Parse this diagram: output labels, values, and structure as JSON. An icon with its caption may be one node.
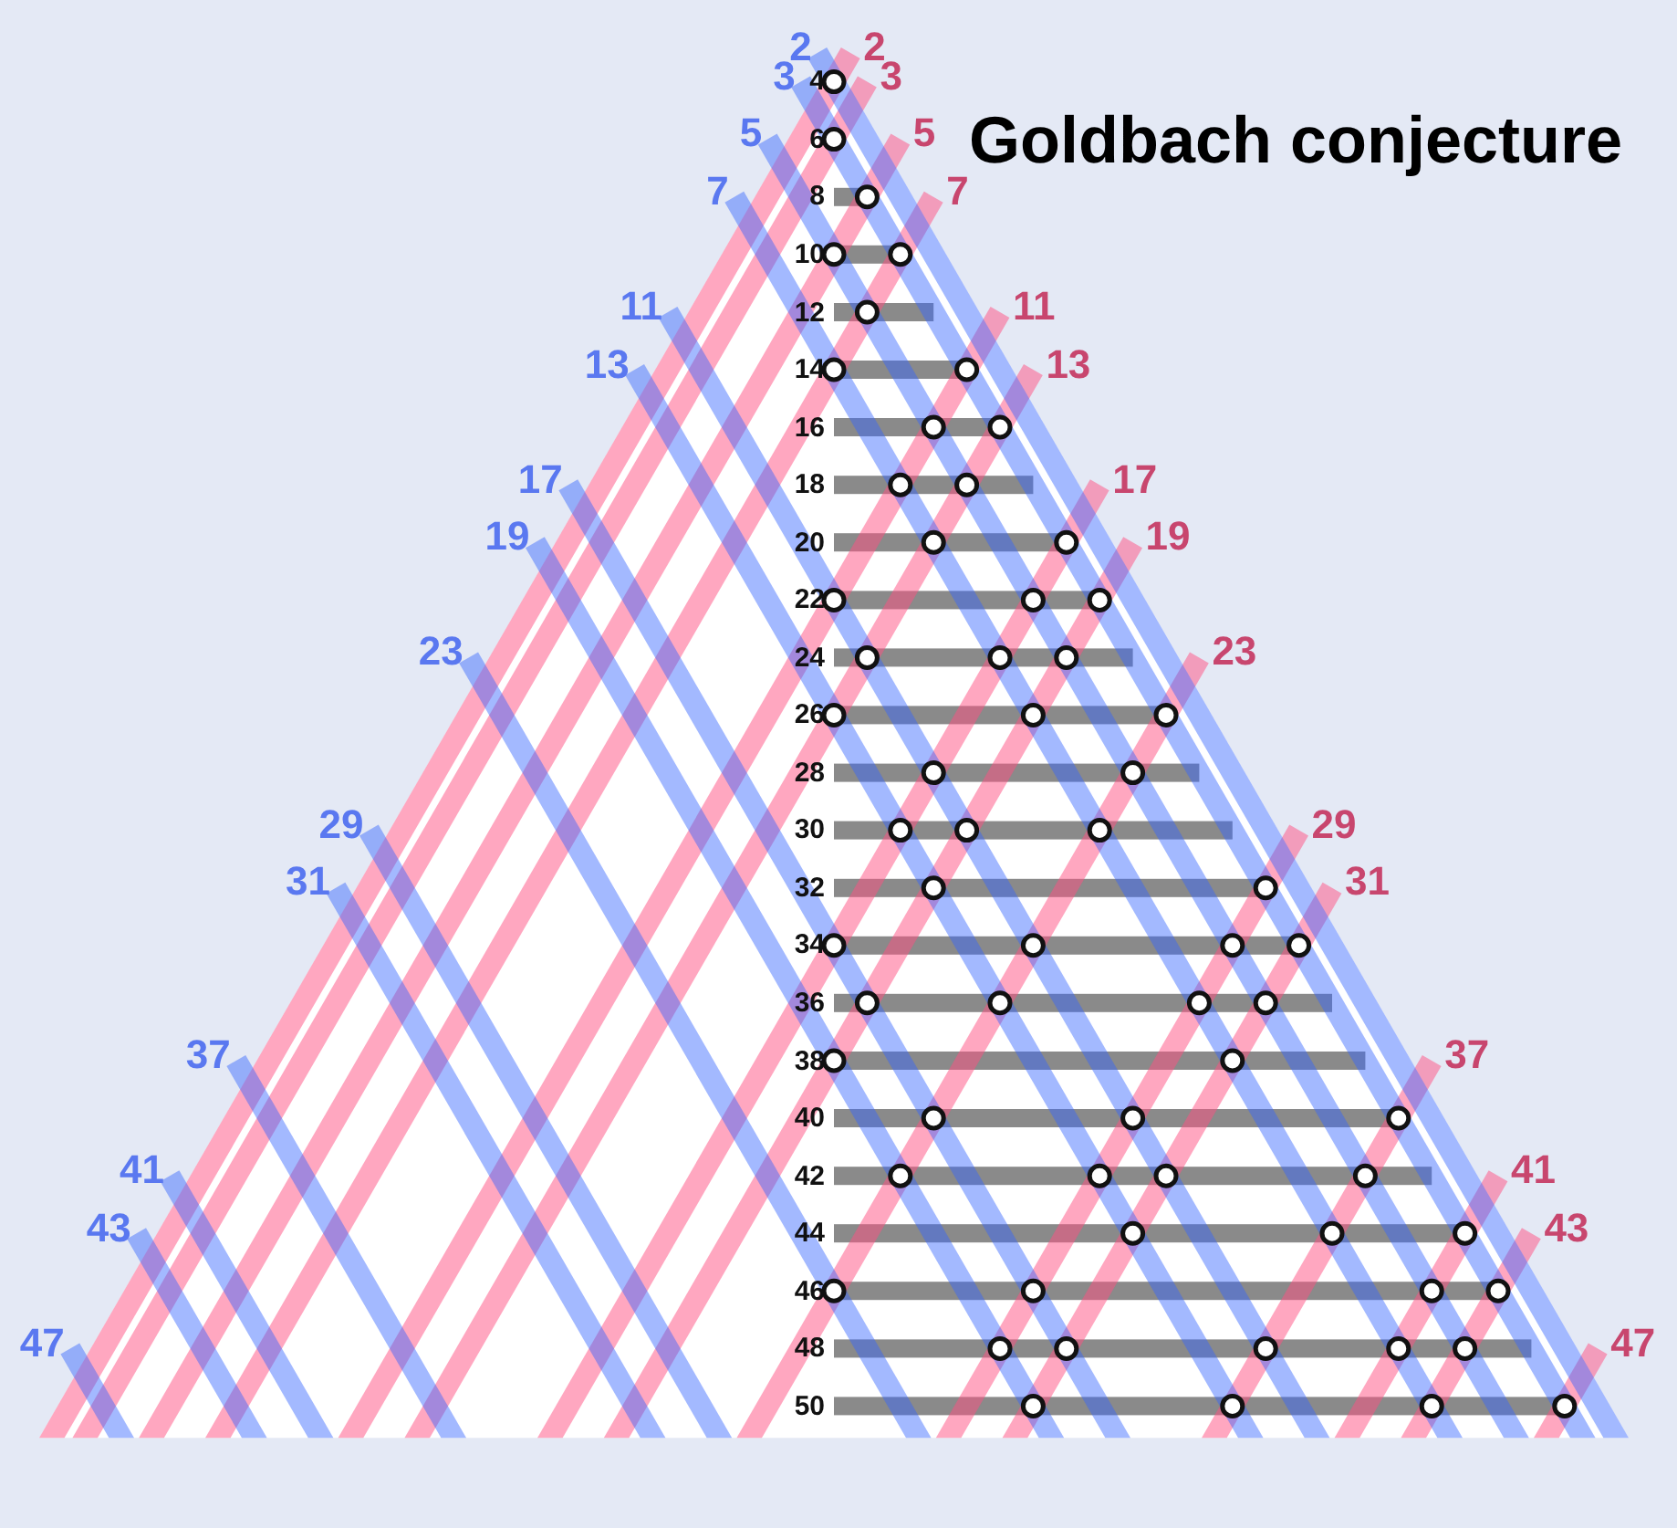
{
  "diagram": {
    "title": "Goldbach conjecture",
    "labels": [
      "2",
      "2",
      "3",
      "4",
      "3",
      "5",
      "6",
      "5",
      "7",
      "8",
      "7",
      "10",
      "11",
      "12",
      "11",
      "13",
      "14",
      "13",
      "16",
      "17",
      "18",
      "17",
      "19",
      "20",
      "19",
      "22",
      "23",
      "24",
      "23",
      "26",
      "28",
      "29",
      "30",
      "29",
      "31",
      "32",
      "31",
      "34",
      "36",
      "37",
      "38",
      "37",
      "40",
      "41",
      "42",
      "41",
      "43",
      "44",
      "43",
      "46",
      "47",
      "48",
      "47",
      "50"
    ]
  }
}
